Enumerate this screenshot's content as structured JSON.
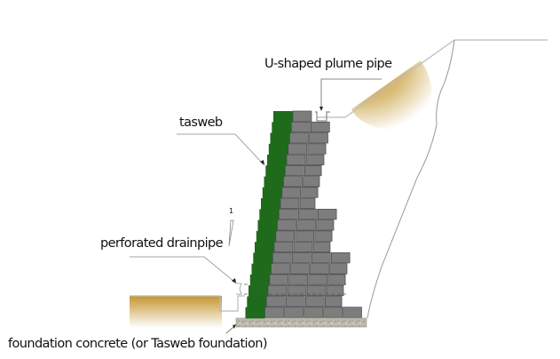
{
  "labels": {
    "plume_pipe": "U-shaped plume pipe",
    "tasweb": "tasweb",
    "drainpipe": "perforated drainpipe",
    "foundation": "foundation concrete (or Tasweb foundation)",
    "slope_ratio": "1"
  },
  "colors": {
    "tasweb_green": "#1e6b1b",
    "block_gray": "#7d7d7d",
    "block_edge": "#4a4a4a",
    "soil_gold": "#c49a3a",
    "concrete": "#b9b5ab",
    "line": "#9a9a9a"
  }
}
